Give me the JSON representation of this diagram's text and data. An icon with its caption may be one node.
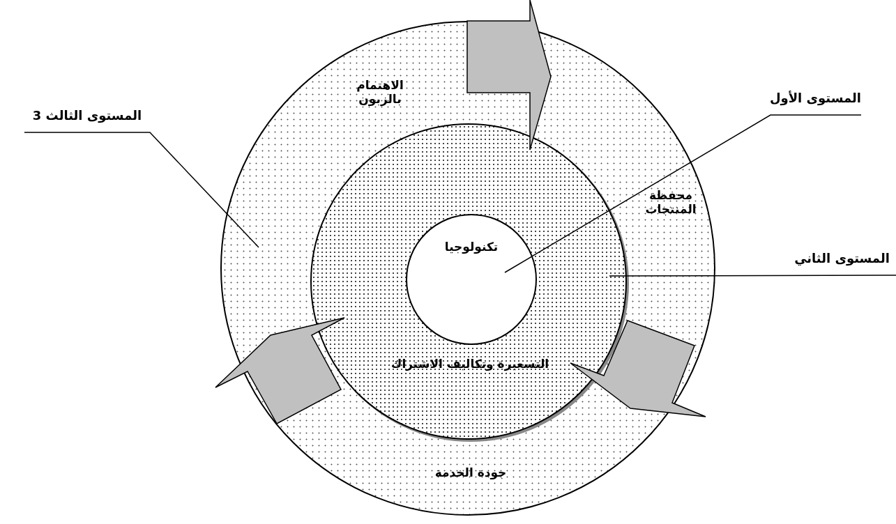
{
  "diagram": {
    "nodes": [
      {
        "text": [
          "الاهتمام بالزبون",
          "محفظة المنتجات",
          "جودة الخدمة"
        ]
      },
      {
        "text": [
          "التسعيرة وتكاليف الاشتراك"
        ],
        "in": 0
      },
      {
        "text": [
          "تكنولوجيا"
        ],
        "in": 1
      },
      {
        "text": [
          "المستوى الأول"
        ]
      },
      {
        "text": [
          "المستوى الثاني"
        ]
      },
      {
        "text": [
          "المستوى الثالث 3"
        ]
      }
    ],
    "edges": [
      {
        "from": 3,
        "to": 2,
        "arrow": "none"
      },
      {
        "from": 4,
        "to": 1,
        "arrow": "none"
      },
      {
        "from": 5,
        "to": 0,
        "arrow": "none"
      }
    ]
  }
}
